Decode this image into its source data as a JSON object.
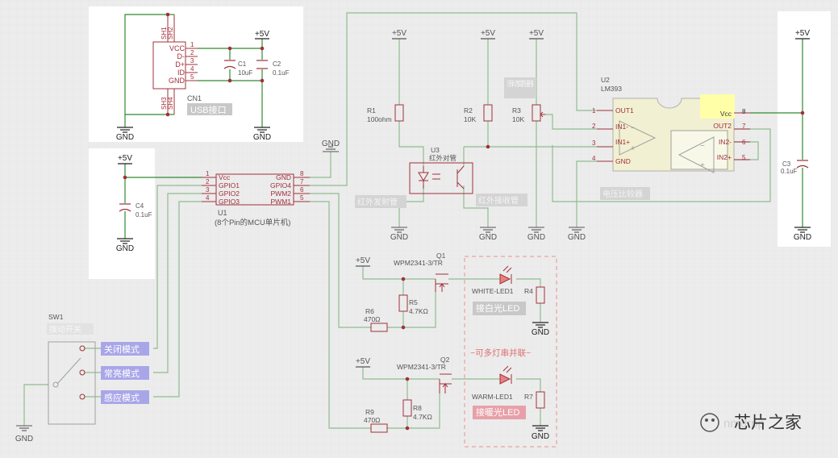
{
  "colors": {
    "background": "#ececec",
    "panel": "#ffffff",
    "wire": "#2e8b2e",
    "grid_wire": "#8fbc8f",
    "component": "#a0303a",
    "pin_text": "#a0303a",
    "label_text": "#555555",
    "net_label_bg": "#a9a6e8",
    "tag_bg": "#c8c8c8",
    "ic_fill": "#f2f0d2",
    "ic_outline": "#a0a0a0",
    "highlight": "#ffffa8"
  },
  "power": {
    "vcc": "+5V",
    "gnd": "GND"
  },
  "cn1": {
    "ref": "CN1",
    "pins": [
      "VCC",
      "D-",
      "D+",
      "ID",
      "GND"
    ],
    "pin_numbers": [
      "1",
      "2",
      "3",
      "4",
      "5"
    ],
    "shield_top": [
      "SH1",
      "SH2"
    ],
    "shield_bottom": [
      "SH3",
      "SH4"
    ],
    "tag": "USB接口"
  },
  "c1": {
    "ref": "C1",
    "value": "10uF"
  },
  "c2": {
    "ref": "C2",
    "value": "0.1uF"
  },
  "c3": {
    "ref": "C3",
    "value": "0.1uF"
  },
  "c4": {
    "ref": "C4",
    "value": "0.1uF"
  },
  "u1": {
    "ref": "U1",
    "desc": "(8个Pin的MCU单片机)",
    "left_pins": [
      "Vcc",
      "GPIO1",
      "GPIO2",
      "GPIO3"
    ],
    "left_nums": [
      "1",
      "2",
      "3",
      "4"
    ],
    "right_pins": [
      "GND",
      "GPIO4",
      "PWM2",
      "PWM1"
    ],
    "right_nums": [
      "8",
      "7",
      "6",
      "5"
    ]
  },
  "r1": {
    "ref": "R1",
    "value": "100ohm"
  },
  "r2": {
    "ref": "R2",
    "value": "10K"
  },
  "r3": {
    "ref": "R3",
    "value": "10K",
    "tag": "滑动变阻器"
  },
  "u3": {
    "ref": "U3",
    "name": "红外对管",
    "tag_emitter": "红外发射管",
    "tag_receiver": "红外接收管"
  },
  "u2": {
    "ref": "U2",
    "name": "LM393",
    "left_pins": [
      "OUT1",
      "IN1-",
      "IN1+",
      "GND"
    ],
    "left_nums": [
      "1",
      "2",
      "3",
      "4"
    ],
    "right_pins": [
      "Vcc",
      "OUT2",
      "IN2-",
      "IN2+"
    ],
    "right_nums": [
      "8",
      "7",
      "6",
      "5"
    ],
    "tag": "电压比较器"
  },
  "q1": {
    "ref": "Q1",
    "part": "WPM2341-3/TR"
  },
  "q2": {
    "ref": "Q2",
    "part": "WPM2341-3/TR"
  },
  "r4": {
    "ref": "R4"
  },
  "r5": {
    "ref": "R5",
    "value": "4.7KΩ"
  },
  "r6": {
    "ref": "R6",
    "value": "470Ω"
  },
  "r7": {
    "ref": "R7"
  },
  "r8": {
    "ref": "R8",
    "value": "4.7KΩ"
  },
  "r9": {
    "ref": "R9",
    "value": "470Ω"
  },
  "led1": {
    "ref": "WHITE-LED1",
    "tag": "接白光LED"
  },
  "led2": {
    "ref": "WARM-LED1",
    "tag": "接暖光LED"
  },
  "parallel_note": "~可多灯串并联~",
  "sw1": {
    "ref": "SW1",
    "tag": "拨动开关",
    "modes": [
      "关闭模式",
      "常亮模式",
      "感应模式"
    ]
  },
  "watermark": {
    "text": "芯片之家",
    "faded": "nmdrpp",
    "icon": "wechat-icon"
  }
}
